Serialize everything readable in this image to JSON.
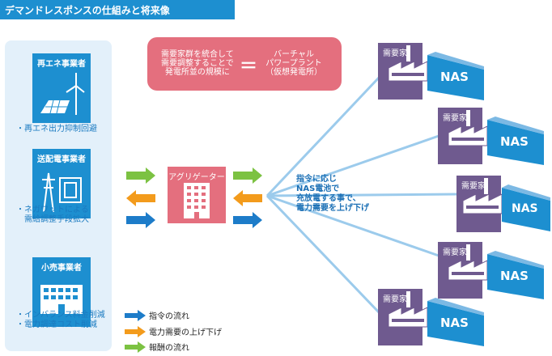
{
  "title": "デマンドレスポンスの仕組みと将来像",
  "actors": [
    {
      "label": "再エネ事業者",
      "note_lines": [
        "・再エネ出力抑制回避"
      ]
    },
    {
      "label": "送配電事業者",
      "note_lines": [
        "・ネガワットによる",
        "　需給調整手段拡大"
      ]
    },
    {
      "label": "小売事業者",
      "note_lines": [
        "・インバランス料金削減",
        "・電力調達コスト削減"
      ]
    }
  ],
  "vpp": {
    "left_text": "需要家群を統合して\n需要調整することで\n発電所並の規模に",
    "equals": "＝",
    "right_text": "バーチャル\nパワープラント\n（仮想発電所）"
  },
  "aggregator": {
    "label": "アグリゲーター"
  },
  "center_text": "指令に応じ\nNAS電池で\n充放電する事で、\n電力需要を上げ下げ",
  "consumers": [
    {
      "label": "需要家",
      "battery": "NAS"
    },
    {
      "label": "需要家",
      "battery": "NAS"
    },
    {
      "label": "需要家",
      "battery": "NAS"
    },
    {
      "label": "需要家",
      "battery": "NAS"
    },
    {
      "label": "需要家",
      "battery": "NAS"
    }
  ],
  "legend": [
    {
      "label": "指令の流れ",
      "color": "#1d7cc9"
    },
    {
      "label": "電力需要の上げ下げ",
      "color": "#f39b1c"
    },
    {
      "label": "報酬の流れ",
      "color": "#7cc242"
    }
  ],
  "colors": {
    "command": "#1d7cc9",
    "demand": "#f39b1c",
    "reward": "#7cc242",
    "consumer": "#6f5a8f",
    "accent": "#e46f7e"
  }
}
